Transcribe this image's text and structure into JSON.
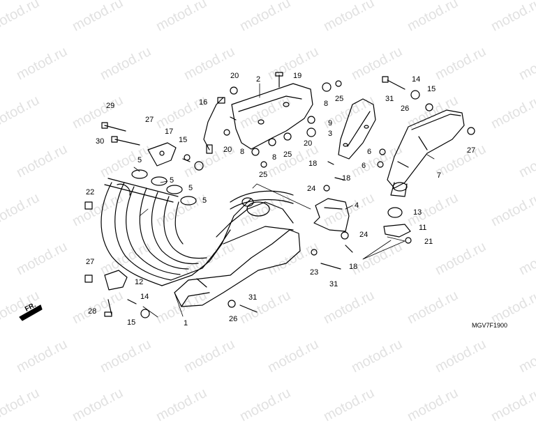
{
  "watermark": "motod.ru",
  "diagram_code": "MGV7F1900",
  "front_marker": "FR.",
  "parts": {
    "p1": "1",
    "p2": "2",
    "p3": "3",
    "p4": "4",
    "p5a": "5",
    "p5b": "5",
    "p5c": "5",
    "p5d": "5",
    "p6a": "6",
    "p6b": "6",
    "p7": "7",
    "p8a": "8",
    "p8b": "8",
    "p8c": "8",
    "p9": "9",
    "p11": "11",
    "p12": "12",
    "p13": "13",
    "p14a": "14",
    "p14b": "14",
    "p15a": "15",
    "p15b": "15",
    "p15c": "15",
    "p16": "16",
    "p17": "17",
    "p18a": "18",
    "p18b": "18",
    "p18c": "18",
    "p19": "19",
    "p20a": "20",
    "p20b": "20",
    "p20c": "20",
    "p21": "21",
    "p22": "22",
    "p23": "23",
    "p24a": "24",
    "p24b": "24",
    "p25a": "25",
    "p25b": "25",
    "p25c": "25",
    "p26a": "26",
    "p26b": "26",
    "p27a": "27",
    "p27b": "27",
    "p27c": "27",
    "p28": "28",
    "p29": "29",
    "p30": "30",
    "p31a": "31",
    "p31b": "31",
    "p31c": "31"
  }
}
